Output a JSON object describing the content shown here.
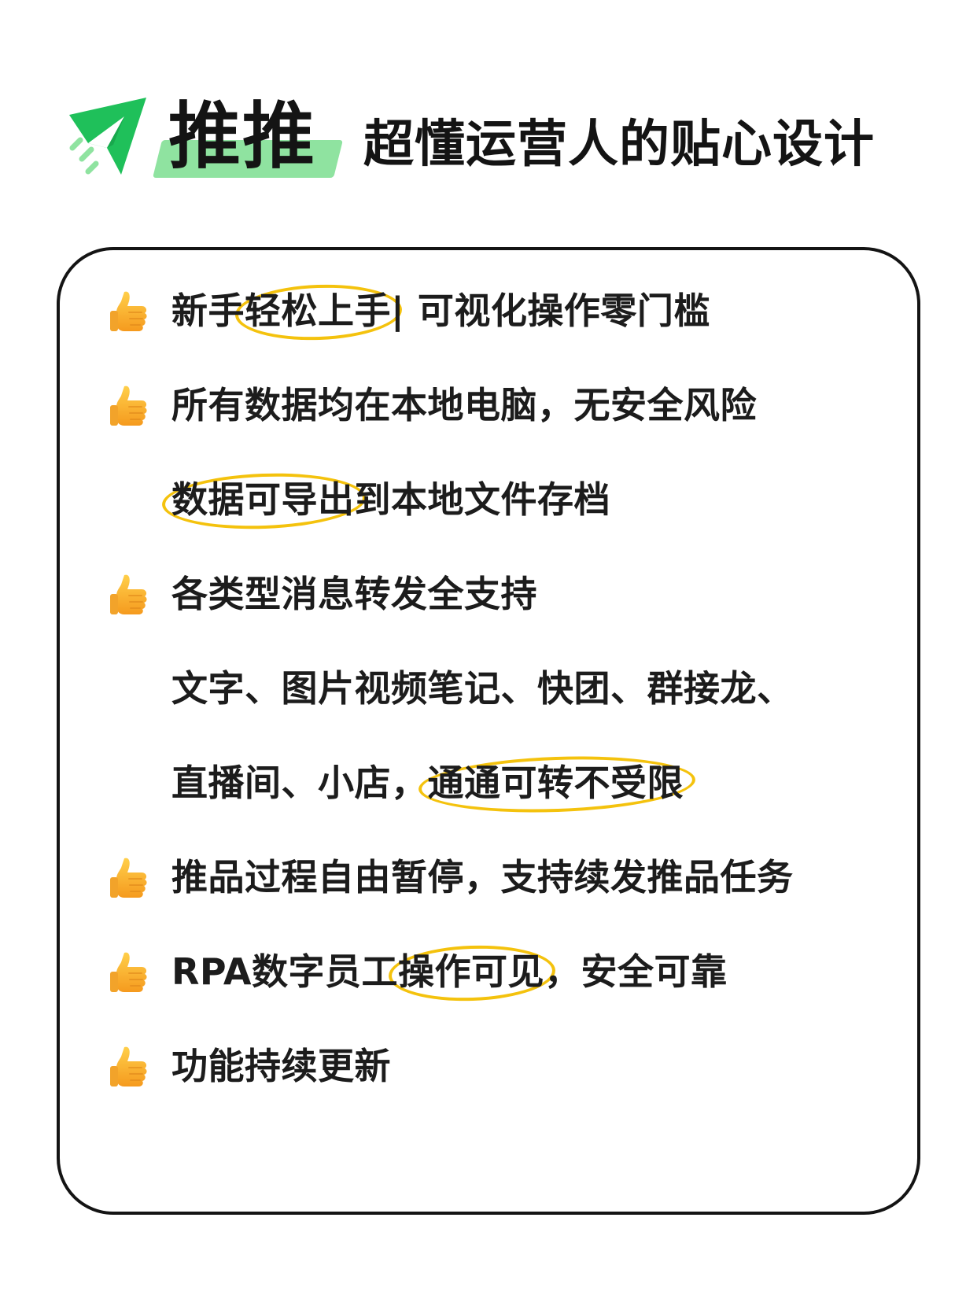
{
  "header": {
    "brand": "推推",
    "tagline": "超懂运营人的贴心设计",
    "logo_icon": "paper-plane-icon",
    "brand_color": "#1fc05a",
    "highlight_color": "#8fe3a0",
    "circle_color": "#f4c20d"
  },
  "features": {
    "bullet_icon": "thumbs-up-icon",
    "lines": [
      {
        "bullet": true,
        "segments": [
          {
            "text": "新手",
            "style": "plain"
          },
          {
            "text": "轻松上手",
            "style": "circle"
          },
          {
            "text": " | 可视化",
            "style": "plain"
          },
          {
            "text": "操作零门槛",
            "style": "green"
          }
        ]
      },
      {
        "bullet": true,
        "segments": [
          {
            "text": "所有数据均在本地电脑，",
            "style": "plain"
          },
          {
            "text": "无安全风险",
            "style": "green"
          }
        ]
      },
      {
        "bullet": false,
        "segments": [
          {
            "text": "数据可导出",
            "style": "circle"
          },
          {
            "text": "到本地文件存档",
            "style": "plain"
          }
        ]
      },
      {
        "bullet": true,
        "segments": [
          {
            "text": "各类型消息",
            "style": "plain"
          },
          {
            "text": "转发全支持",
            "style": "green"
          }
        ]
      },
      {
        "bullet": false,
        "segments": [
          {
            "text": "文字、图片视频笔记、快团、群接龙、",
            "style": "plain"
          }
        ]
      },
      {
        "bullet": false,
        "segments": [
          {
            "text": "直播间、小店，",
            "style": "plain"
          },
          {
            "text": "通通可转不受限",
            "style": "circle"
          }
        ]
      },
      {
        "bullet": true,
        "segments": [
          {
            "text": "推品过程自由暂停，",
            "style": "plain"
          },
          {
            "text": "支持续发",
            "style": "green"
          },
          {
            "text": "推品任务",
            "style": "plain"
          }
        ]
      },
      {
        "bullet": true,
        "segments": [
          {
            "text": "RPA数字员工",
            "style": "plain"
          },
          {
            "text": "操作可见",
            "style": "circle"
          },
          {
            "text": "，",
            "style": "plain"
          },
          {
            "text": "安全可靠",
            "style": "green"
          }
        ]
      },
      {
        "bullet": true,
        "segments": [
          {
            "text": "功能",
            "style": "plain"
          },
          {
            "text": "持续更新",
            "style": "green"
          }
        ]
      }
    ]
  }
}
